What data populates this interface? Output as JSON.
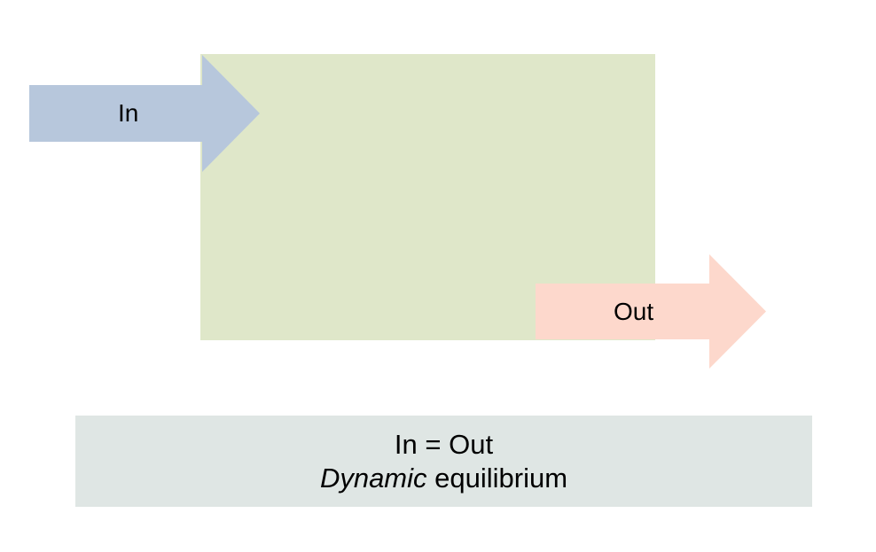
{
  "diagram": {
    "inflow": {
      "label": "In",
      "color": "#b7c7dc"
    },
    "stock": {
      "color": "#dfe7c9"
    },
    "outflow": {
      "label": "Out",
      "color": "#fdd8cc"
    },
    "caption": {
      "line1": "In = Out",
      "line2_emphasis": "Dynamic",
      "line2_rest": " equilibrium",
      "color": "#dfe6e4"
    }
  }
}
